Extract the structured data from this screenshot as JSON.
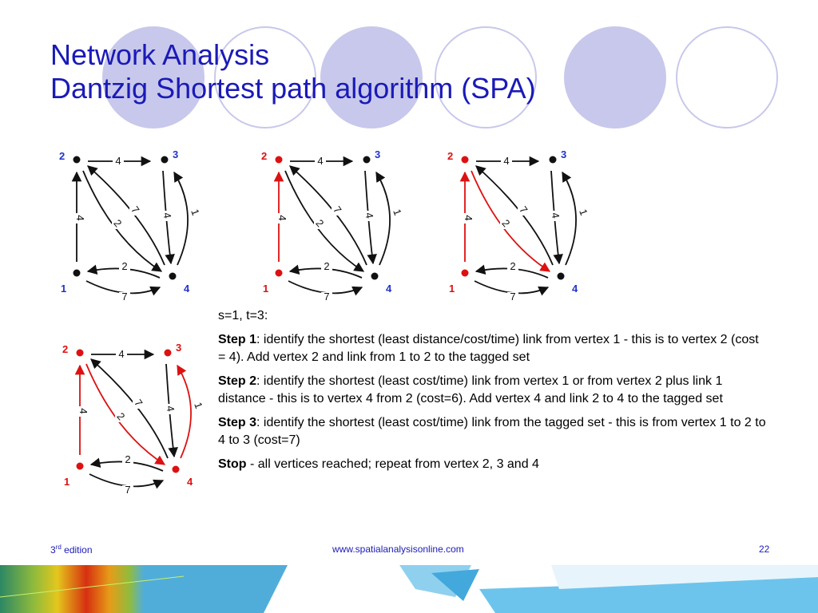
{
  "slide": {
    "title_line1": "Network Analysis",
    "title_line2": "Dantzig Shortest path algorithm (SPA)",
    "st_line": "s=1, t=3:",
    "steps": [
      {
        "head": "Step 1",
        "text": ": identify the shortest (least distance/cost/time) link from vertex 1 - this is to vertex 2 (cost = 4). Add vertex 2 and link from 1 to 2 to the tagged set"
      },
      {
        "head": "Step 2",
        "text": ": identify the shortest (least cost/time) link from vertex 1 or from vertex 2 plus link 1 distance - this is to vertex 4 from 2 (cost=6). Add vertex 4 and link 2 to 4 to the tagged set"
      },
      {
        "head": "Step 3",
        "text": ": identify the shortest (least cost/time) link from the tagged set - this is from vertex 1 to 2 to 4 to 3 (cost=7)"
      },
      {
        "head": "Stop",
        "text": " - all vertices reached; repeat from vertex 2, 3 and 4"
      }
    ],
    "footer": {
      "edition_num": "3",
      "edition_sup": "rd",
      "edition_word": " edition",
      "url": "www.spatialanalysisonline.com",
      "page": "22"
    }
  },
  "colors": {
    "title": "#1a1ab8",
    "tagged": "#dd1111",
    "untagged": "#111111",
    "node_label": "#2233cc",
    "circle_fill": "#c8c8ec",
    "circle_stroke": "#c8c8ec"
  },
  "graph": {
    "nodes": [
      "1",
      "2",
      "3",
      "4"
    ],
    "edges": [
      {
        "from": "2",
        "to": "3",
        "weight": "4"
      },
      {
        "from": "1",
        "to": "2",
        "weight": "4"
      },
      {
        "from": "4",
        "to": "2",
        "weight": "7"
      },
      {
        "from": "2",
        "to": "4",
        "weight": "2"
      },
      {
        "from": "3",
        "to": "4",
        "weight": "4"
      },
      {
        "from": "4",
        "to": "3",
        "weight": "1"
      },
      {
        "from": "4",
        "to": "1",
        "weight": "2"
      },
      {
        "from": "1",
        "to": "4",
        "weight": "7"
      }
    ],
    "panels": [
      {
        "id": "initial",
        "tagged_nodes": [],
        "tagged_edges": []
      },
      {
        "id": "after-step1",
        "tagged_nodes": [
          "1",
          "2"
        ],
        "tagged_edges": [
          "1-2"
        ]
      },
      {
        "id": "after-step2",
        "tagged_nodes": [
          "1",
          "2"
        ],
        "tagged_edges": [
          "1-2",
          "2-4"
        ]
      },
      {
        "id": "after-step3",
        "tagged_nodes": [
          "1",
          "2",
          "3",
          "4"
        ],
        "tagged_edges": [
          "1-2",
          "2-4",
          "4-3"
        ]
      }
    ]
  }
}
